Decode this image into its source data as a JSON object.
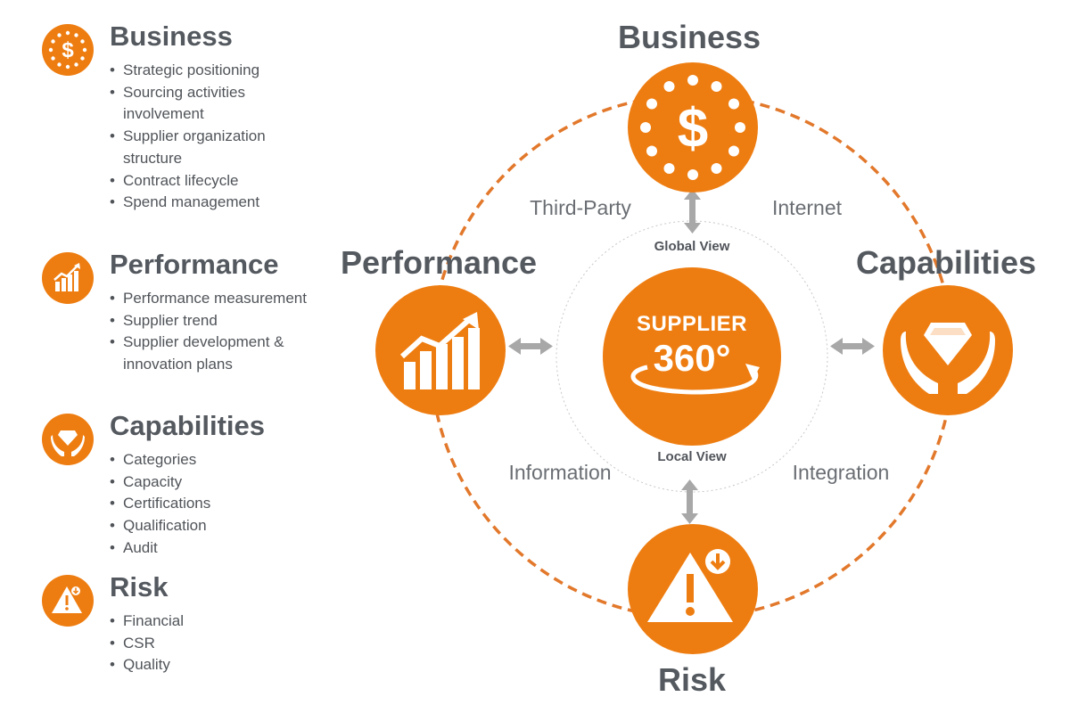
{
  "colors": {
    "accent": "#ee7d11",
    "text_dark": "#54595f",
    "arrow_gray": "#a8a8a8"
  },
  "legend": [
    {
      "icon": "dollar-coin-icon",
      "title": "Business",
      "items": [
        "Strategic positioning",
        "Sourcing activities involvement",
        "Supplier organization structure",
        "Contract lifecycle",
        "Spend management"
      ]
    },
    {
      "icon": "growth-chart-icon",
      "title": "Performance",
      "items": [
        "Performance measurement",
        "Supplier trend",
        "Supplier development & innovation plans"
      ]
    },
    {
      "icon": "hands-diamond-icon",
      "title": "Capabilities",
      "items": [
        "Categories",
        "Capacity",
        "Certifications",
        "Qualification",
        "Audit"
      ]
    },
    {
      "icon": "warning-triangle-icon",
      "title": "Risk",
      "items": [
        "Financial",
        "CSR",
        "Quality"
      ]
    }
  ],
  "diagram": {
    "nodes": {
      "business": "Business",
      "performance": "Performance",
      "capabilities": "Capabilities",
      "risk": "Risk"
    },
    "edges": {
      "top_left": "Third-Party",
      "top_right": "Internet",
      "bottom_left": "Information",
      "bottom_right": "Integration"
    },
    "views": {
      "global": "Global View",
      "local": "Local View"
    },
    "center": {
      "title": "SUPPLIER",
      "number": "360°"
    }
  }
}
